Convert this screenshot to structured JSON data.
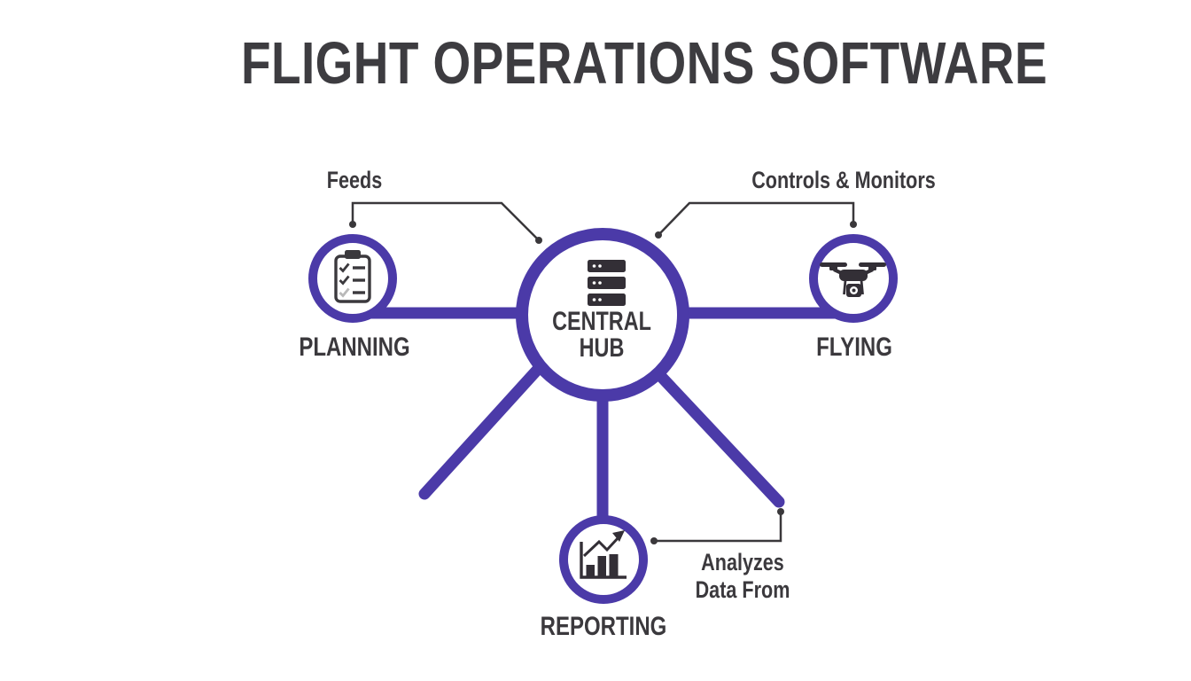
{
  "title": "FLIGHT OPERATIONS SOFTWARE",
  "hub": {
    "label_line1": "CENTRAL",
    "label_line2": "HUB",
    "icon": "server-icon"
  },
  "nodes": [
    {
      "id": "planning",
      "label": "PLANNING",
      "icon": "clipboard-checklist-icon"
    },
    {
      "id": "flying",
      "label": "FLYING",
      "icon": "drone-icon"
    },
    {
      "id": "reporting",
      "label": "REPORTING",
      "icon": "bar-chart-icon"
    }
  ],
  "annotations": [
    {
      "id": "feeds",
      "label": "Feeds",
      "points_from": "planning",
      "points_to": "hub"
    },
    {
      "id": "controls",
      "label": "Controls & Monitors",
      "points_from": "hub",
      "points_to": "flying"
    },
    {
      "id": "analyzes",
      "label_line1": "Analyzes",
      "label_line2": "Data From",
      "points_from": "reporting",
      "points_to": "hub"
    }
  ],
  "colors": {
    "accent_purple": "#4b3aa8",
    "dark_text": "#3b393d",
    "icon_dark": "#332f36",
    "muted_check": "#b9b9b9",
    "background": "#ffffff"
  }
}
